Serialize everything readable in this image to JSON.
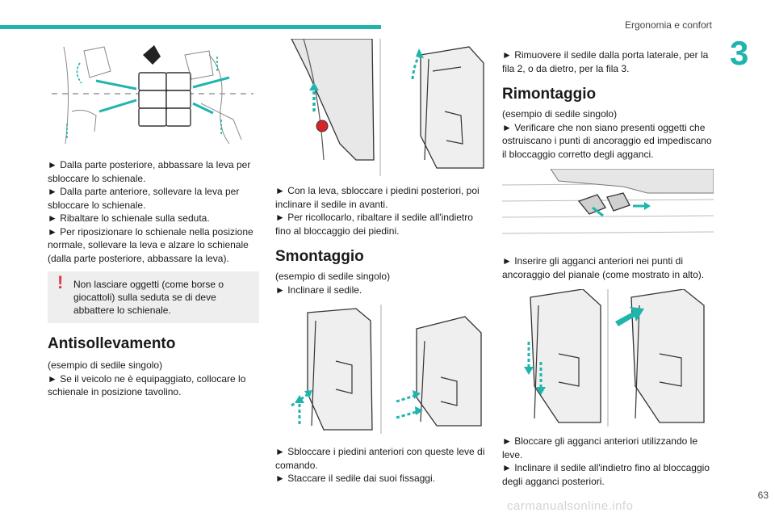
{
  "header": {
    "title": "Ergonomia e confort",
    "chapter": "3",
    "page_number": "63",
    "watermark": "carmanualsonline.info"
  },
  "colors": {
    "accent": "#1fb5ad",
    "warning": "#e8334a",
    "box": "#eeeeee"
  },
  "col1": {
    "steps": [
      "► Dalla parte posteriore, abbassare la leva per sbloccare lo schienale.",
      "► Dalla parte anteriore, sollevare la leva per sbloccare lo schienale.",
      "► Ribaltare lo schienale sulla seduta.",
      "► Per riposizionare lo schienale nella posizione normale, sollevare la leva e alzare lo schienale (dalla parte posteriore, abbassare la leva)."
    ],
    "warning": "Non lasciare oggetti (come borse o giocattoli) sulla seduta se di deve abbattere lo schienale.",
    "section_title": "Antisollevamento",
    "section_lines": [
      "(esempio di sedile singolo)",
      "► Se il veicolo ne è equipaggiato, collocare lo schienale in posizione tavolino."
    ]
  },
  "col2": {
    "steps_a": [
      "► Con la leva, sbloccare i piedini posteriori, poi inclinare il sedile in avanti.",
      "► Per ricollocarlo, ribaltare il sedile all'indietro fino al bloccaggio dei piedini."
    ],
    "section_title": "Smontaggio",
    "section_lines": [
      "(esempio di sedile singolo)",
      "► Inclinare il sedile."
    ],
    "steps_b": [
      "► Sbloccare i piedini anteriori con queste leve di comando.",
      "► Staccare il sedile dai suoi fissaggi."
    ]
  },
  "col3": {
    "step_top": "► Rimuovere il sedile dalla porta laterale, per la fila 2, o da dietro, per la fila 3.",
    "section_title": "Rimontaggio",
    "section_lines": [
      "(esempio di sedile singolo)",
      "► Verificare che non siano presenti oggetti che ostruiscano i punti di ancoraggio ed impediscano il bloccaggio corretto degli agganci."
    ],
    "step_mid": "► Inserire gli agganci anteriori nei punti di ancoraggio del pianale (come mostrato in alto).",
    "steps_bottom": [
      "► Bloccare gli agganci anteriori utilizzando le leve.",
      "► Inclinare il sedile all'indietro fino al bloccaggio degli agganci posteriori."
    ]
  }
}
